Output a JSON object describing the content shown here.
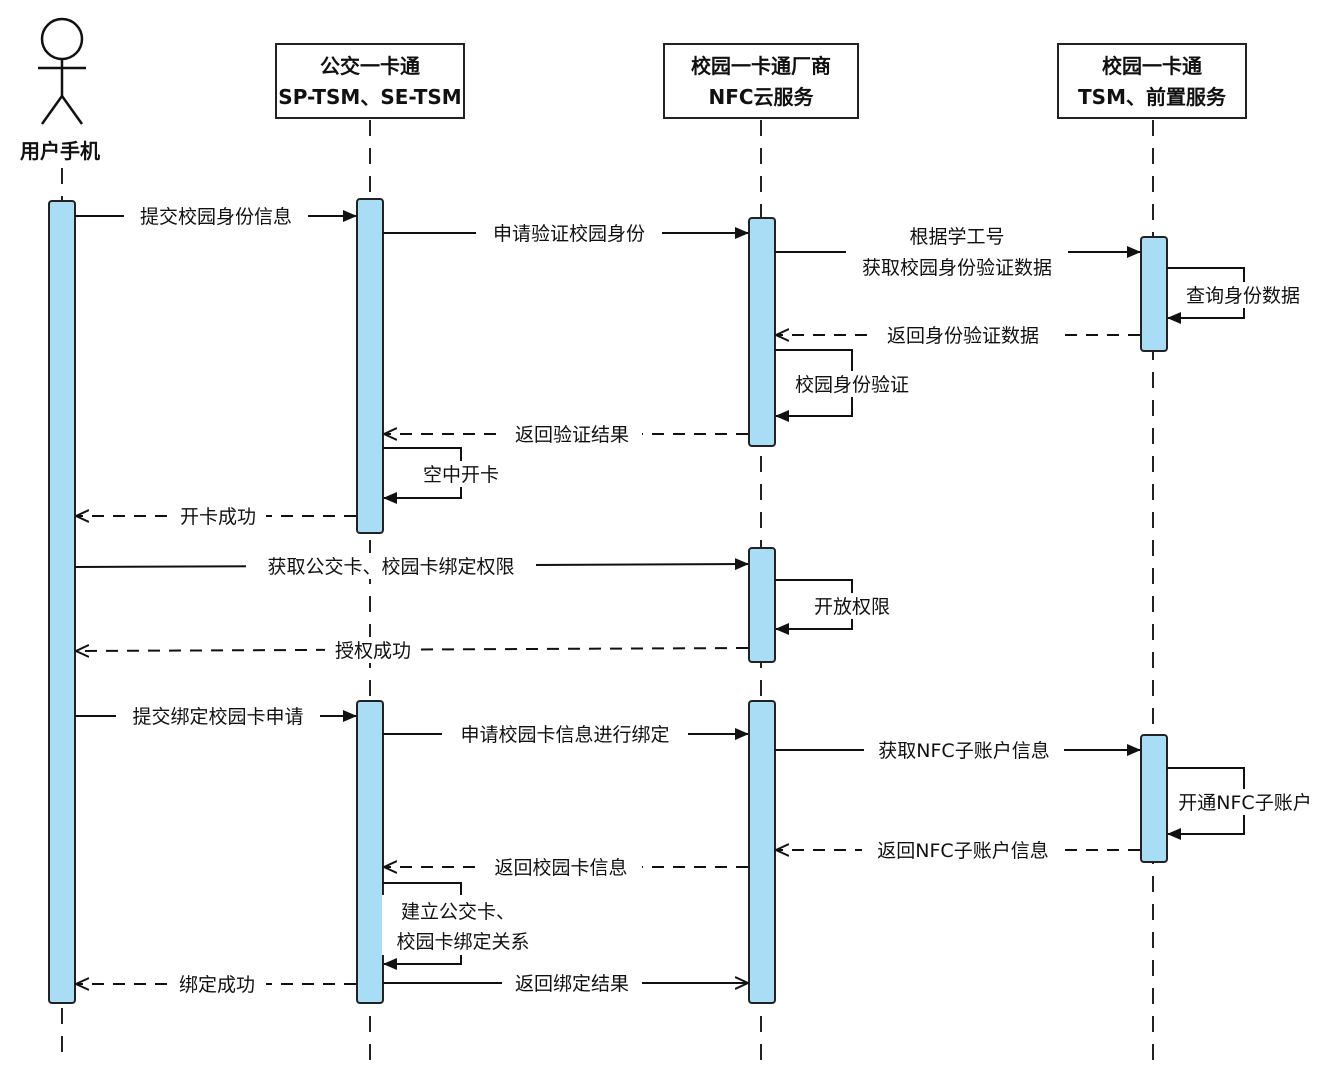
{
  "participants": {
    "user": {
      "label": "用户手机"
    },
    "sp_tsm": {
      "line1": "公交一卡通",
      "line2": "SP-TSM、SE-TSM"
    },
    "nfc_cloud": {
      "line1": "校园一卡通厂商",
      "line2": "NFC云服务"
    },
    "campus_tsm": {
      "line1": "校园一卡通",
      "line2": "TSM、前置服务"
    }
  },
  "messages": {
    "m1": "提交校园身份信息",
    "m2": "申请验证校园身份",
    "m3_line1": "根据学工号",
    "m3_line2": "获取校园身份验证数据",
    "m4": "查询身份数据",
    "m5": "返回身份验证数据",
    "m6": "校园身份验证",
    "m7": "返回验证结果",
    "m8": "空中开卡",
    "m9": "开卡成功",
    "m10": "获取公交卡、校园卡绑定权限",
    "m11": "开放权限",
    "m12": "授权成功",
    "m13": "提交绑定校园卡申请",
    "m14": "申请校园卡信息进行绑定",
    "m15": "获取NFC子账户信息",
    "m16": "开通NFC子账户",
    "m17": "返回NFC子账户信息",
    "m18": "返回校园卡信息",
    "m19_line1": "建立公交卡、",
    "m19_line2": "校园卡绑定关系",
    "m20": "返回绑定结果",
    "m21": "绑定成功"
  }
}
